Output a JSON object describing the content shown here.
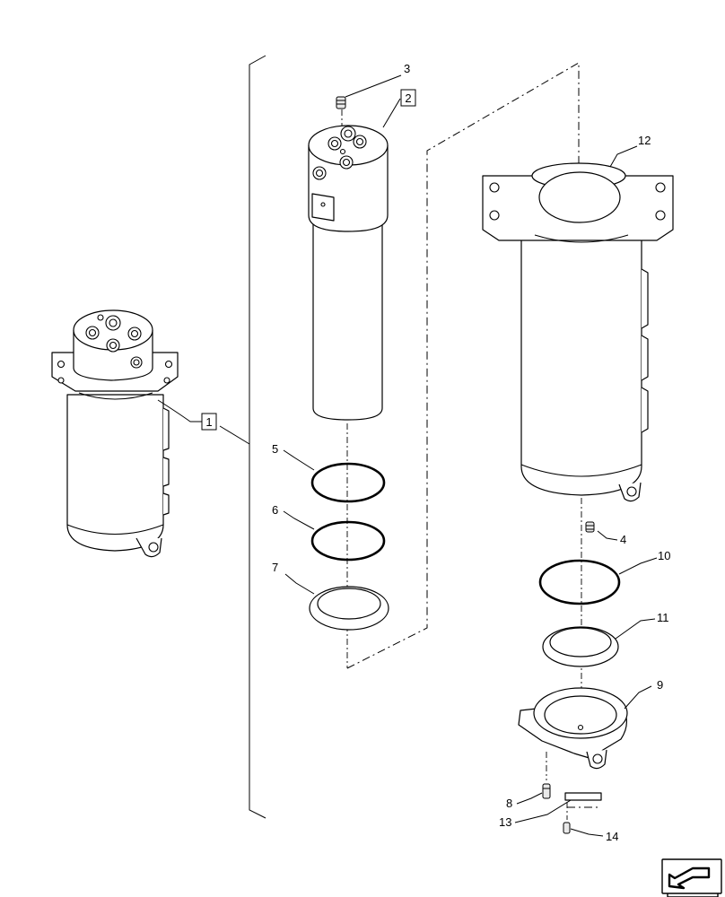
{
  "callouts": {
    "c1": "1",
    "c2": "2",
    "c3": "3",
    "c4": "4",
    "c5": "5",
    "c6": "6",
    "c7": "7",
    "c8": "8",
    "c9": "9",
    "c10": "10",
    "c11": "11",
    "c12": "12",
    "c13": "13",
    "c14": "14"
  },
  "boxed_callouts": [
    "1",
    "2"
  ],
  "icons": {
    "nav": "arrow-icon"
  }
}
